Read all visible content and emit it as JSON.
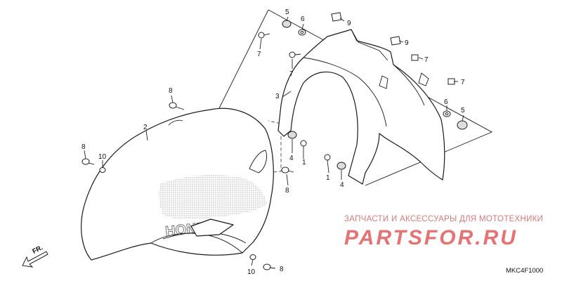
{
  "diagram": {
    "callouts": {
      "c1a": "1",
      "c1b": "1",
      "c2": "2",
      "c3": "3",
      "c4a": "4",
      "c4b": "4",
      "c5a": "5",
      "c5b": "5",
      "c6a": "6",
      "c6b": "6",
      "c7a": "7",
      "c7b": "7",
      "c7c": "7",
      "c7d": "7",
      "c8a": "8",
      "c8b": "8",
      "c8c": "8",
      "c8d": "8",
      "c9a": "9",
      "c9b": "9",
      "c10a": "10",
      "c10b": "10"
    },
    "direction_label": "FR.",
    "fender_logo": "HONDA",
    "diagram_code": "MKC4F1000"
  },
  "watermark": {
    "subtitle": "ЗАПЧАСТИ И АКСЕССУАРЫ ДЛЯ МОТОТЕХНИКИ",
    "brand": "PARTSFOR.RU"
  }
}
